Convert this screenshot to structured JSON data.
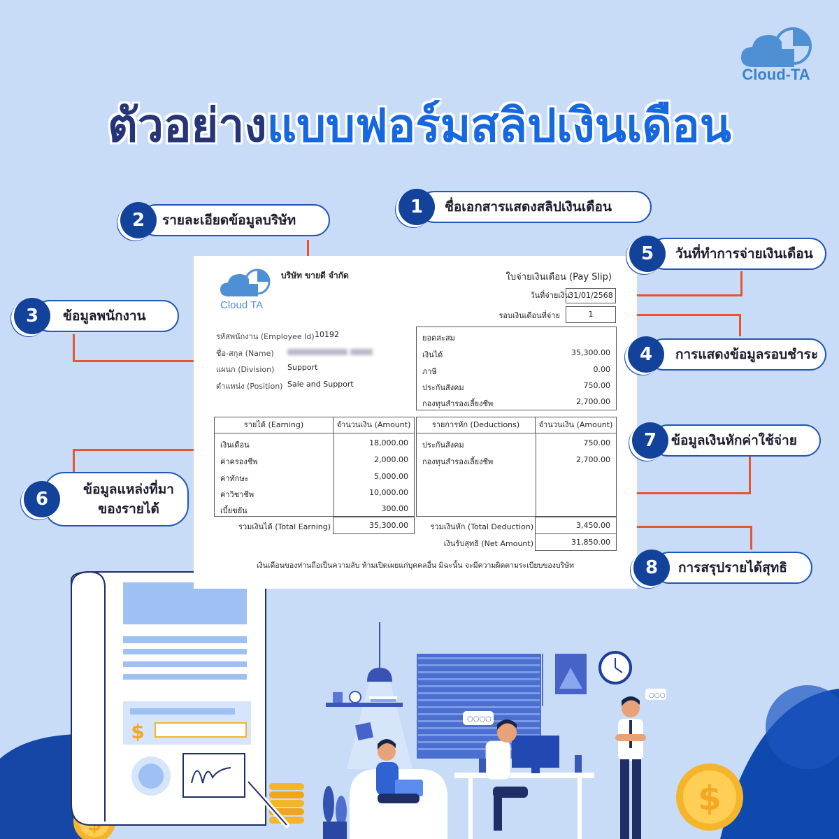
{
  "brand": {
    "name": "Cloud-TA"
  },
  "heading": {
    "part1": "ตัวอย่าง",
    "part2": "แบบฟอร์มสลิปเงินเดือน"
  },
  "callouts": [
    {
      "num": "1",
      "label": "ชื่อเอกสารแสดงสลิปเงินเดือน"
    },
    {
      "num": "2",
      "label": "รายละเอียดข้อมูลบริษัท"
    },
    {
      "num": "3",
      "label": "ข้อมูลพนักงาน"
    },
    {
      "num": "4",
      "label": "การแสดงข้อมูลรอบชำระ"
    },
    {
      "num": "5",
      "label": "วันที่ทำการจ่ายเงินเดือน"
    },
    {
      "num": "6",
      "label_line1": "ข้อมูลแหล่งที่มา",
      "label_line2": "ของรายได้"
    },
    {
      "num": "7",
      "label": "ข้อมูลเงินหักค่าใช้จ่าย"
    },
    {
      "num": "8",
      "label": "การสรุปรายได้สุทธิ"
    }
  ],
  "slip": {
    "logo_text": "Cloud TA",
    "company": "บริษัท ขายดี จำกัด",
    "title": "ใบจ่ายเงินเดือน (Pay Slip)",
    "pay_date_label": "วันที่จ่ายเงิน",
    "pay_date": "31/01/2568",
    "period_label": "รอบเงินเดือนที่จ่าย",
    "period": "1",
    "employee": {
      "id_label": "รหัสพนักงาน (Employee Id)",
      "id": "10192",
      "name_label": "ชื่อ-สกุล (Name)",
      "division_label": "แผนก (Division)",
      "division": "Support",
      "position_label": "ตำแหน่ง (Position)",
      "position": "Sale and Support"
    },
    "accumulated": {
      "title": "ยอดสะสม",
      "rows": [
        {
          "label": "เงินได้",
          "value": "35,300.00"
        },
        {
          "label": "ภาษี",
          "value": "0.00"
        },
        {
          "label": "ประกันสังคม",
          "value": "750.00"
        },
        {
          "label": "กองทุนสำรองเลี้ยงชีพ",
          "value": "2,700.00"
        }
      ]
    },
    "earnings": {
      "header_label": "รายได้ (Earning)",
      "header_amount": "จำนวนเงิน (Amount)",
      "rows": [
        {
          "label": "เงินเดือน",
          "value": "18,000.00"
        },
        {
          "label": "ค่าครองชีพ",
          "value": "2,000.00"
        },
        {
          "label": "ค่าทักษะ",
          "value": "5,000.00"
        },
        {
          "label": "ค่าวิชาชีพ",
          "value": "10,000.00"
        },
        {
          "label": "เบี้ยขยัน",
          "value": "300.00"
        }
      ],
      "total_label": "รวมเงินได้ (Total Earning)",
      "total": "35,300.00"
    },
    "deductions": {
      "header_label": "รายการหัก (Deductions)",
      "header_amount": "จำนวนเงิน (Amount)",
      "rows": [
        {
          "label": "ประกันสังคม",
          "value": "750.00"
        },
        {
          "label": "กองทุนสำรองเลี้ยงชีพ",
          "value": "2,700.00"
        }
      ],
      "total_label": "รวมเงินหัก (Total Deduction)",
      "total": "3,450.00",
      "net_label": "เงินรับสุทธิ (Net Amount)",
      "net": "31,850.00"
    },
    "footer": "เงินเดือนของท่านถือเป็นความลับ ห้ามเปิดเผยแก่บุคคลอื่น มิฉะนั้น จะมีความผิดตามระเบียบของบริษัท"
  },
  "colors": {
    "background": "#c9dcf7",
    "navy": "#263577",
    "blue": "#1668e0",
    "badge": "#12429a",
    "connector": "#e8552b",
    "coin": "#f5b52a"
  },
  "icons": [
    "cloud-logo-icon",
    "dollar-icon",
    "signature-icon",
    "clock-icon",
    "lamp-icon",
    "chat-bubble-icon",
    "coin-icon"
  ]
}
